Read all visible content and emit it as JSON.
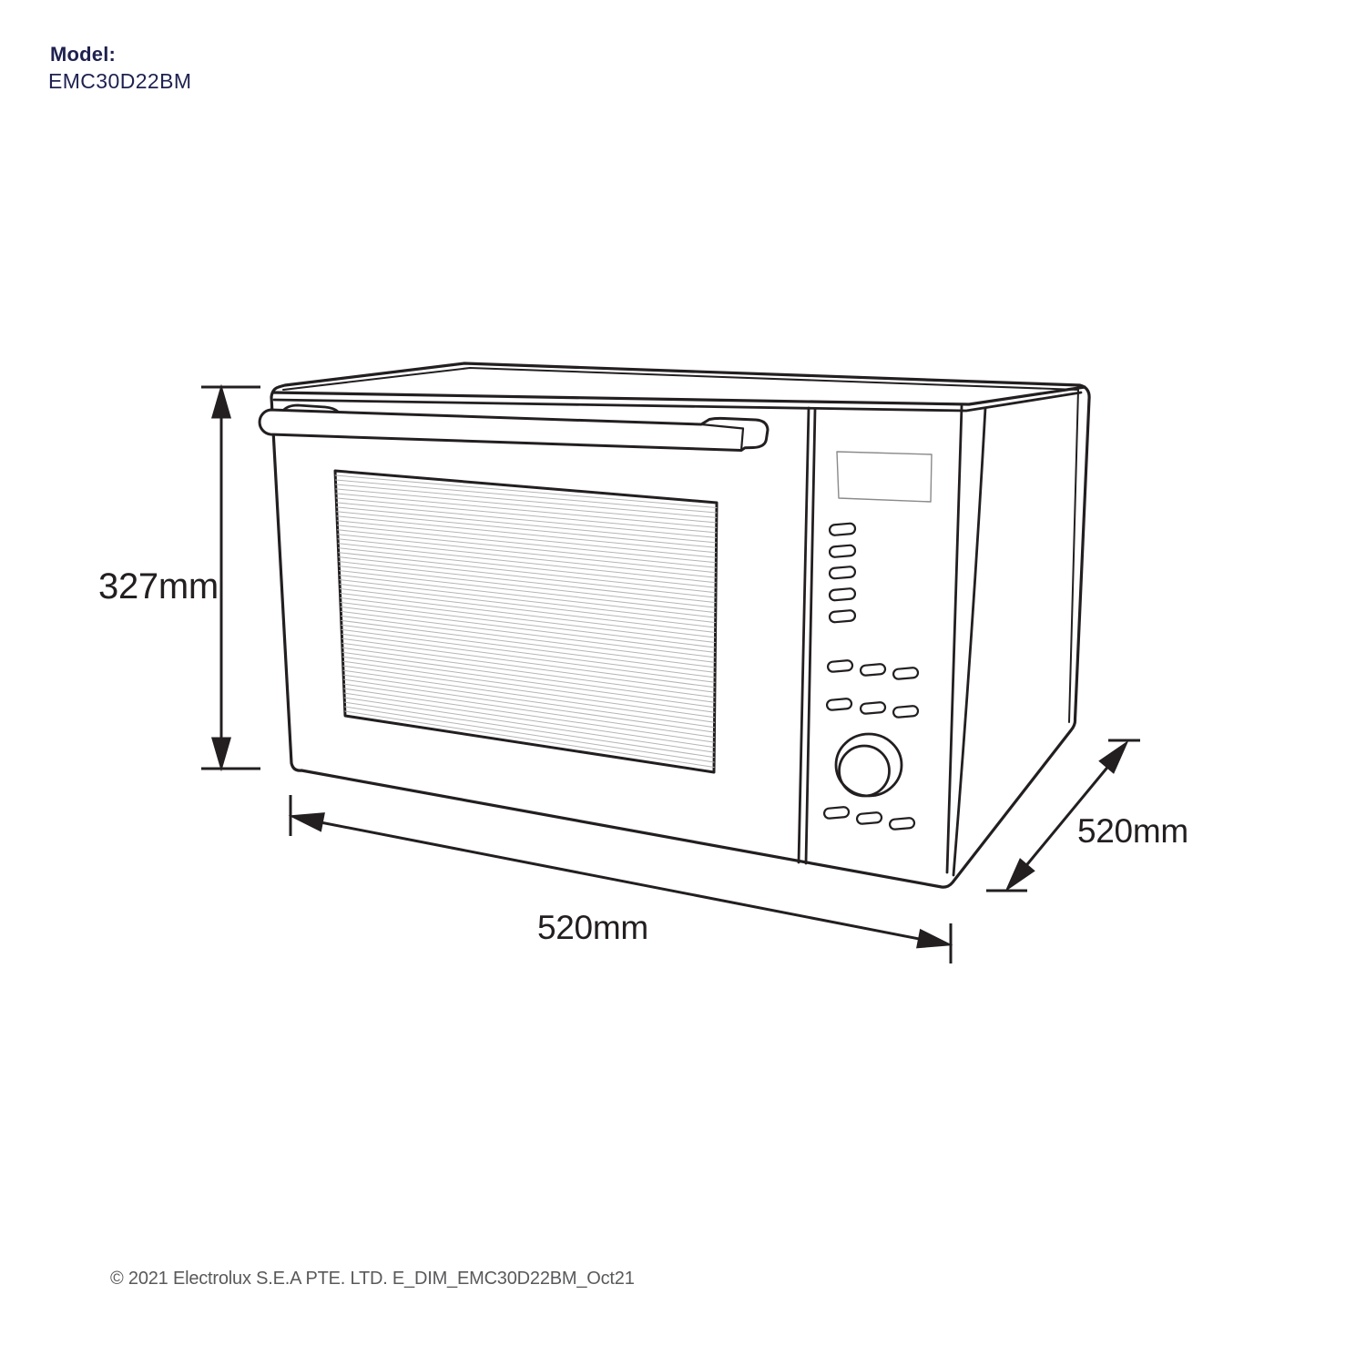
{
  "header": {
    "model_label": "Model:",
    "model_number": "EMC30D22BM",
    "brand_color": "#1e2150"
  },
  "diagram": {
    "product": "microwave-oven-line-drawing",
    "height_label": "327mm",
    "width_label": "520mm",
    "depth_label": "520mm",
    "line_color": "#231f20",
    "hatch_color": "#b5b5b5"
  },
  "footer": {
    "copyright": "© 2021 Electrolux S.E.A PTE. LTD. E_DIM_EMC30D22BM_Oct21",
    "color": "#58595b"
  }
}
